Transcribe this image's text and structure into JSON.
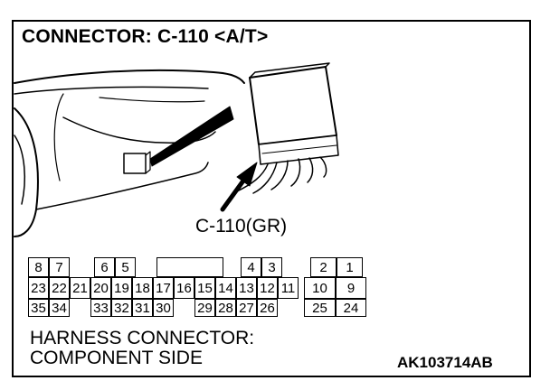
{
  "title": "CONNECTOR: C-110 <A/T>",
  "connector_label": "C-110(GR)",
  "caption": {
    "line1": "HARNESS CONNECTOR:",
    "line2": "COMPONENT SIDE"
  },
  "diagram_code": "AK103714AB",
  "pins": {
    "row1": [
      {
        "label": "8"
      },
      {
        "label": "7"
      },
      {
        "label": "6"
      },
      {
        "label": "5"
      },
      {
        "label": "4"
      },
      {
        "label": "3"
      },
      {
        "label": "2"
      },
      {
        "label": "1"
      }
    ],
    "row2": [
      {
        "label": "23"
      },
      {
        "label": "22"
      },
      {
        "label": "21"
      },
      {
        "label": "20"
      },
      {
        "label": "19"
      },
      {
        "label": "18"
      },
      {
        "label": "17"
      },
      {
        "label": "16"
      },
      {
        "label": "15"
      },
      {
        "label": "14"
      },
      {
        "label": "13"
      },
      {
        "label": "12"
      },
      {
        "label": "11"
      },
      {
        "label": "10"
      },
      {
        "label": "9"
      }
    ],
    "row3": [
      {
        "label": "35"
      },
      {
        "label": "34"
      },
      {
        "label": "33"
      },
      {
        "label": "32"
      },
      {
        "label": "31"
      },
      {
        "label": "30"
      },
      {
        "label": "29"
      },
      {
        "label": "28"
      },
      {
        "label": "27"
      },
      {
        "label": "26"
      },
      {
        "label": "25"
      },
      {
        "label": "24"
      }
    ]
  }
}
